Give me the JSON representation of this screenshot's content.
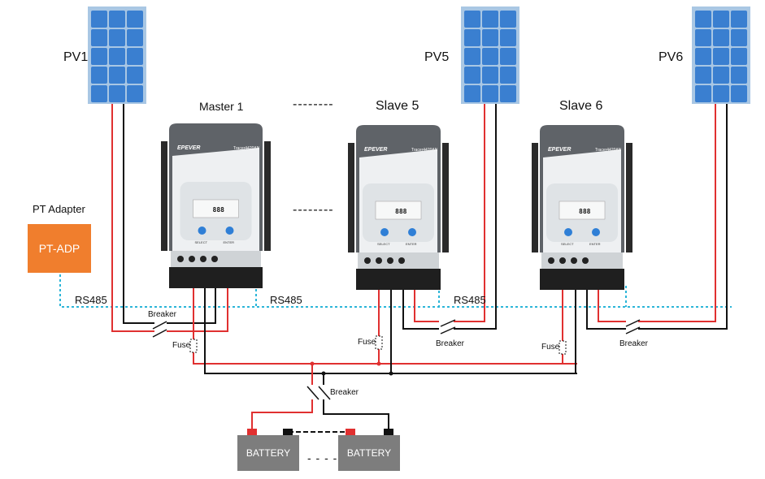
{
  "pv": [
    {
      "label": "PV1"
    },
    {
      "label": "PV5"
    },
    {
      "label": "PV6"
    }
  ],
  "controllers": [
    {
      "title": "Master 1",
      "brand": "EPEVER",
      "model": "Tracer4420AN",
      "select": "SELECT",
      "enter": "ENTER",
      "display": "888"
    },
    {
      "title": "Slave 5",
      "brand": "EPEVER",
      "model": "Tracer4420AN",
      "select": "SELECT",
      "enter": "ENTER",
      "display": "888"
    },
    {
      "title": "Slave 6",
      "brand": "EPEVER",
      "model": "Tracer4420AN",
      "select": "SELECT",
      "enter": "ENTER",
      "display": "888"
    }
  ],
  "pt_adapter": {
    "label": "PT Adapter",
    "box": "PT-ADP"
  },
  "rs485": [
    "RS485",
    "RS485",
    "RS485"
  ],
  "breakers": [
    "Breaker",
    "Breaker",
    "Breaker",
    "Breaker"
  ],
  "fuses": [
    "Fuse",
    "Fuse",
    "Fuse"
  ],
  "batteries": [
    "BATTERY",
    "BATTERY"
  ],
  "ellipsis": [
    "--------",
    "--------",
    "- - - -",
    "- - - -"
  ],
  "colors": {
    "positive": "#e03030",
    "negative": "#111111",
    "rs485": "#2bb5d8",
    "pt_adapter": "#f07e2d",
    "battery": "#7d7d7d",
    "panel_cell": "#3a7fd0",
    "panel_frame": "#a9c7e4"
  }
}
